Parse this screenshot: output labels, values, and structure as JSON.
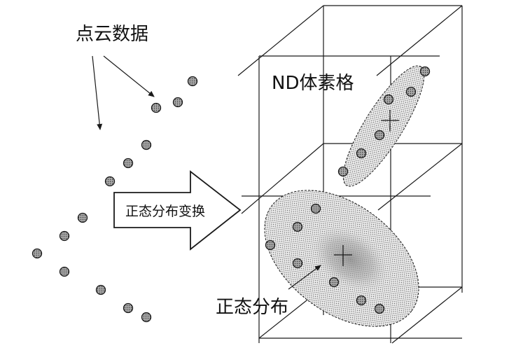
{
  "labels": {
    "point_cloud": "点云数据",
    "nd_voxel": "ND体素格",
    "transform_arrow": "正态分布变换",
    "normal_distribution": "正态分布"
  },
  "colors": {
    "stroke": "#1a1a1a",
    "point_fill": "#9a9a9a",
    "ellipse_fill": "#ececec",
    "dense_core": "#b8b8b8",
    "background": "#ffffff"
  },
  "icons": {
    "center_marker": "plus-crosshair-icon"
  }
}
